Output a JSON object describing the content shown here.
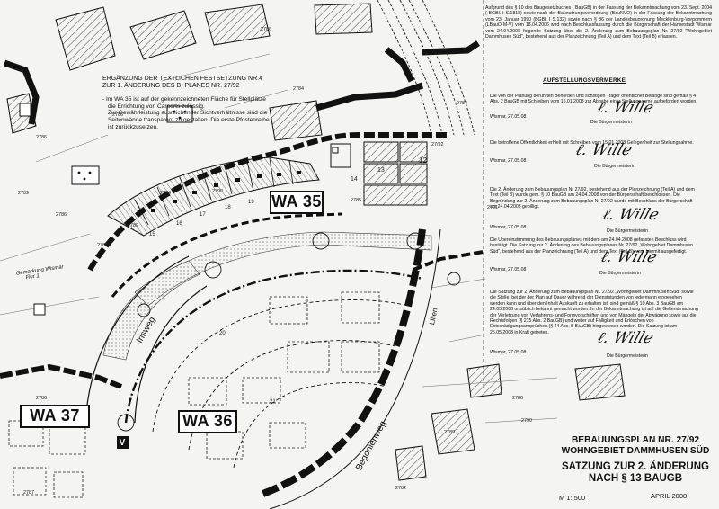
{
  "legal_header": "Aufgrund des § 10 des Baugesetzbuches ( BauGB) in der Fassung der Bekanntmachung vom 23. Sept. 2004 ( BGBl. I S.1818) sowie nach der Baunutzungsverordnung (BauNVO) in der Fassung der Bekanntmachung vom 23. Januar 1990 (BGBl. I S.132) sowie nach § 86 der Landesbauordnung Mecklenburg-Vorpommern (LBauO M-V) vom 18.04.2006 wird nach Beschlussfassung durch die Bürgerschaft der Hansestadt Wismar vom 24.04.2008 folgende Satzung über die 2. Änderung zum Bebauungsplan Nr. 27/92 \"Wohngebiet Dammhusen Süd\", bestehend aus der Planzeichnung (Teil A) und dem Text (Teil B) erlassen.",
  "note": {
    "title_line1": "ERGÄNZUNG DER TEXTLICHEN FESTSETZUNG NR.4",
    "title_line2": "ZUR 1. ÄNDERUNG DES B- PLANES NR. 27/92",
    "line1": "- Im WA 35 ist auf der gekennzeichneten Fläche für Stellplätze",
    "line2": "die Errichtung von Carports zulässig.",
    "line3": "Zur Gewährleistung ausreichender Sichtverhältnisse sind die",
    "line4": "Seitenwände transparent zu gestalten. Die erste Pfostenreihe",
    "line5": "ist zurückzusetzen."
  },
  "verfahrensvermerke": {
    "title": "AUFSTELLUNGSVERMERKE",
    "entries": [
      {
        "text": "Die von der Planung berührten Behörden und sonstigen Träger öffentlicher Belange sind gemäß § 4 Abs. 2 BauGB mit Schreiben vom 15.01.2008 zur Abgabe einer Stellungnahme aufgefordert worden.",
        "place_date": "Wismar, 27.05.08",
        "signer": "Die Bürgermeisterin"
      },
      {
        "text": "Die betroffene Öffentlichkeit erhielt mit Schreiben vom 15.01.2008 Gelegenheit zur Stellungnahme.",
        "place_date": "Wismar, 27.05.08",
        "signer": "Die Bürgermeisterin"
      },
      {
        "text": "Die 2. Änderung zum Bebauungsplan Nr 27/92, bestehend aus der Planzeichnung (Teil A) und dem Text (Teil B) wurde gem. § 10 BauGB am 24.04.2008 von der Bürgerschaft beschlossen. Die Begründung zur 2. Änderung zum Bebauungsplan Nr 27/92 wurde mit Beschluss der Bürgerschaft am 24.04.2008 gebilligt.",
        "place_date": "Wismar, 27.05.08",
        "signer": "Die Bürgermeisterin"
      },
      {
        "text": "Die Übereinstimmung des Bebauungsplanes mit dem am 24.04.2008 gefassten Beschluss wird bestätigt. Die Satzung zur 2. Änderung des Bebauungsplanes Nr. 27/92 „Wohngebiet Dammhusen Süd\", bestehend aus der Planzeichnung (Teil A) und dem Text (Teil B), wird hiermit ausgefertigt.",
        "place_date": "Wismar, 27.05.08",
        "signer": "Die Bürgermeisterin"
      },
      {
        "text": "Die Satzung zur 2. Änderung zum Bebauungsplan Nr. 27/92 „Wohngebiet Dammhusen Süd\" sowie die Stelle, bei der der Plan auf Dauer während der Dienststunden von jedermann eingesehen werden kann und über den Inhalt Auskunft zu erhalten ist, sind gemäß § 10 Abs. 3 BauGB am 24.05.2008 ortsüblich bekannt gemacht worden. In der Bekanntmachung ist auf die Geltendmachung der Verletzung von Verfahrens- und Formvorschriften und von Mängeln der Abwägung sowie auf die Rechtsfolgen (§ 215 Abs. 2 BauGB) und weiter auf Fälligkeit und Erlöschen von Entschädigungsansprüchen (§ 44 Abs. 5 BauGB) hingewiesen worden. Die Satzung ist am 25.05.2008 in Kraft getreten.",
        "place_date": "Wismar, 27.05.08",
        "signer": "Die Bürgermeisterin"
      }
    ]
  },
  "zones": {
    "wa35": "WA 35",
    "wa36": "WA 36",
    "wa37": "WA 37"
  },
  "streets": {
    "begonienweg": "Begonienweg",
    "irisweg": "Irisweg",
    "lilienweg": "Lilien"
  },
  "boundary_label": {
    "line1": "Gemarkung Wismar",
    "line2": "Flur 1"
  },
  "title_block": {
    "line1": "BEBAUUNGSPLAN NR. 27/92",
    "line2": "WOHNGEBIET DAMMHUSEN SÜD",
    "line3": "SATZUNG ZUR 2. ÄNDERUNG",
    "line4": "NACH § 13 BAUGB",
    "scale": "M 1: 500",
    "date": "APRIL 2008"
  },
  "parcels": [
    "2786",
    "2789",
    "2786",
    "2784",
    "2790",
    "2785",
    "27/92",
    "2784",
    "2791",
    "2786",
    "2790",
    "2789",
    "2786",
    "2787",
    "2782",
    "2786",
    "2786",
    "2784",
    "2789",
    "2786"
  ],
  "plot_numbers": [
    "12",
    "13",
    "14",
    "15",
    "16",
    "17",
    "18",
    "19",
    "20",
    "21"
  ],
  "letter_marker": "V",
  "colors": {
    "ink": "#111111",
    "paper": "#f4f4f2",
    "hatch": "#555555"
  }
}
